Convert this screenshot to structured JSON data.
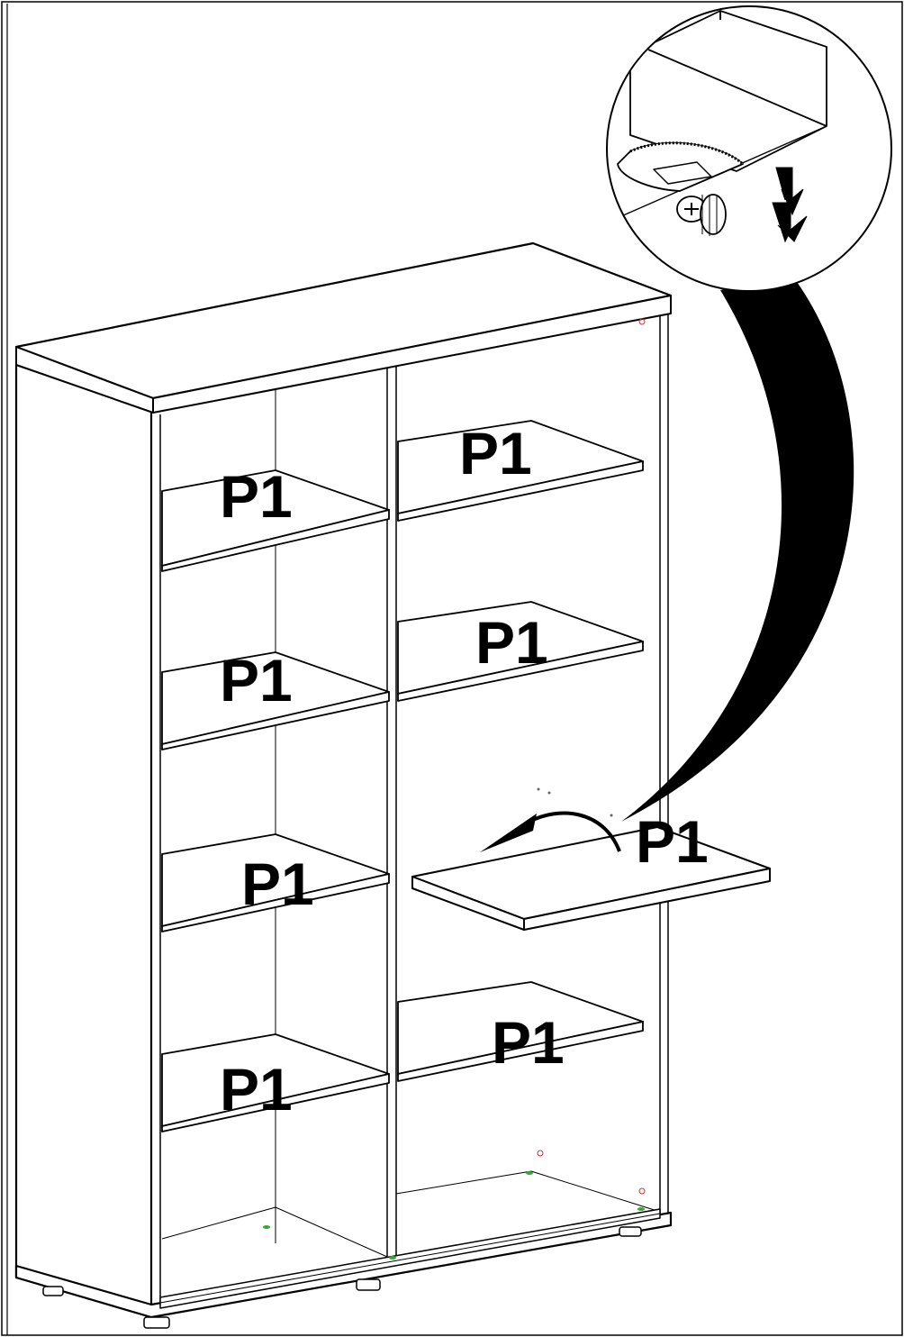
{
  "labels": {
    "shelf_left_1": "P1",
    "shelf_left_2": "P1",
    "shelf_left_3": "P1",
    "shelf_left_4": "P1",
    "shelf_right_1": "P1",
    "shelf_right_2": "P1",
    "shelf_right_3": "P1",
    "shelf_right_4": "P1"
  },
  "icons": {
    "detail": "magnifier-detail-cam-lock",
    "rotate_arrow": "rotate-arrow-icon",
    "press_down_arrow": "down-arrow-icon",
    "curved_pointer": "curved-arrow-icon"
  },
  "colors": {
    "line": "#000000",
    "background": "#ffffff",
    "hole_marker": "#cc3333",
    "peg_marker": "#33aa33"
  }
}
